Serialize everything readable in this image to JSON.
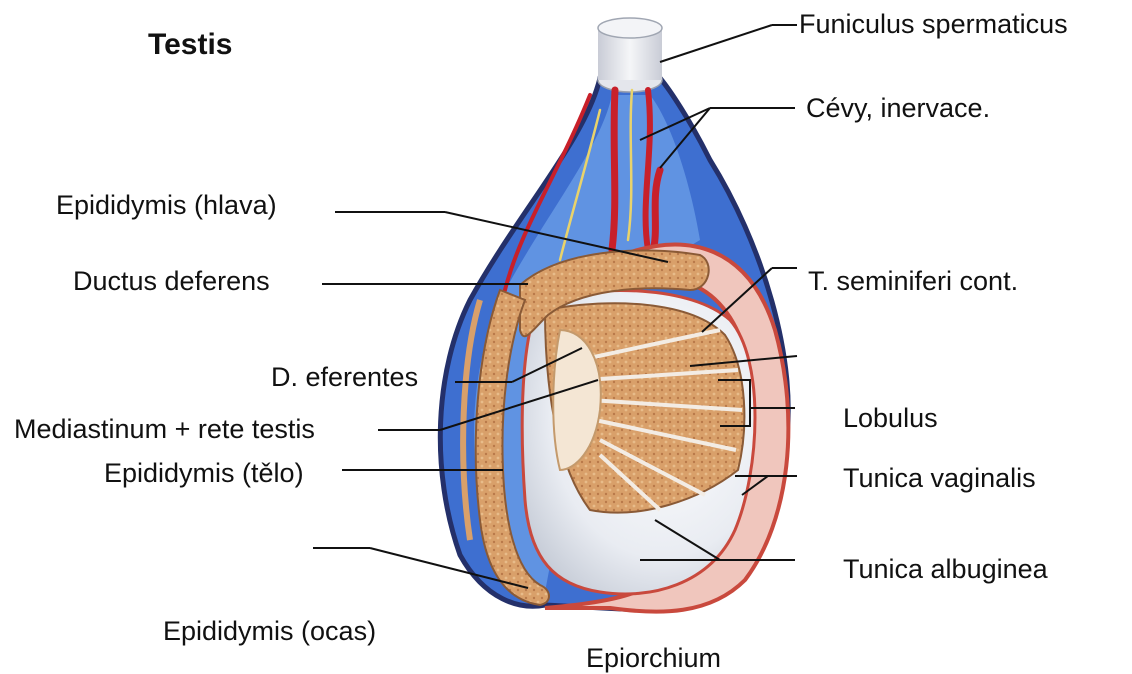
{
  "title": "Testis",
  "labels": {
    "funiculus": "Funiculus spermaticus",
    "cevy": "Cévy, inervace.",
    "epididymis_hlava": "Epididymis (hlava)",
    "ductus_deferens": "Ductus deferens",
    "t_seminiferi": "T. seminiferi cont.",
    "d_eferentes": "D. eferentes",
    "mediastinum": "Mediastinum + rete testis",
    "lobulus": "Lobulus",
    "epididymis_telo": "Epididymis (tělo)",
    "tunica_vaginalis": "Tunica vaginalis",
    "tunica_albuginea": "Tunica albuginea",
    "epididymis_ocas": "Epididymis (ocas)",
    "epiorchium": "Epiorchium"
  },
  "colors": {
    "vessel_red": "#c8202a",
    "vessel_blue": "#3f7fd6",
    "tissue_tan": "#d9a06a",
    "capsule_navy": "#2b3a7a",
    "tunica_red": "#d25a4e",
    "leader_line": "#111111"
  }
}
